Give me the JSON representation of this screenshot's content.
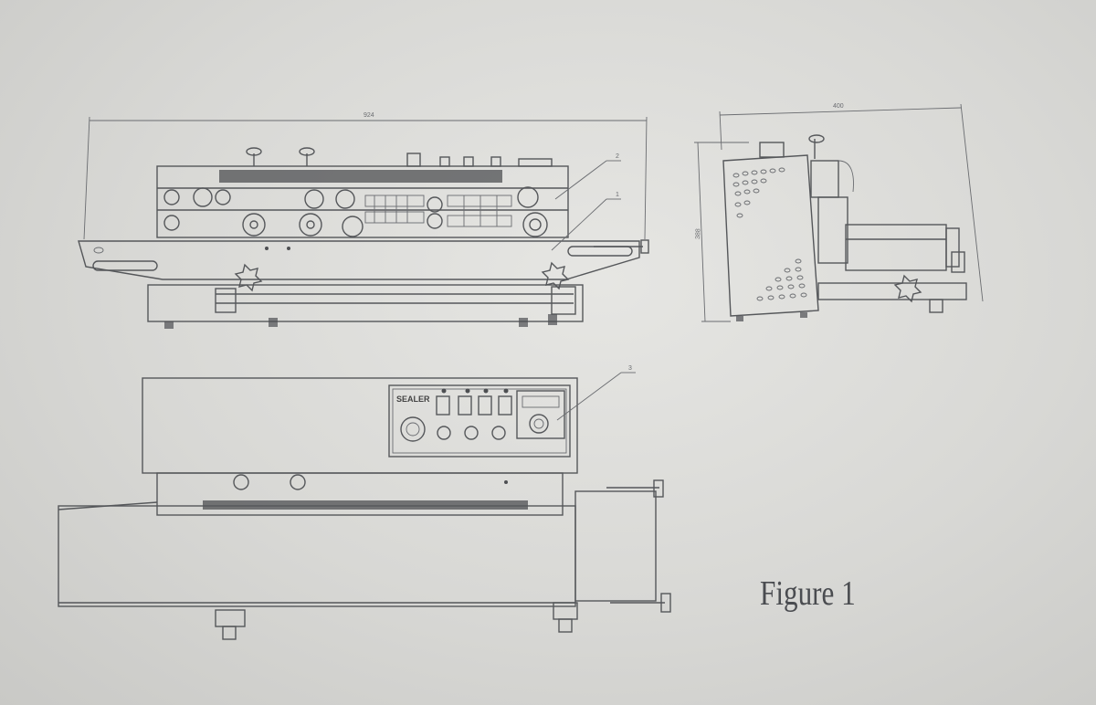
{
  "figure": {
    "caption": "Figure 1"
  },
  "dimensions": {
    "front_width": "924",
    "side_width": "400",
    "side_height": "388"
  },
  "callouts": {
    "front_upper": "2",
    "front_lower": "1",
    "panel": "3"
  },
  "panel": {
    "brand_label": "SEALER"
  },
  "colors": {
    "paper": "#dcdcd9",
    "ink": "#55575a"
  }
}
